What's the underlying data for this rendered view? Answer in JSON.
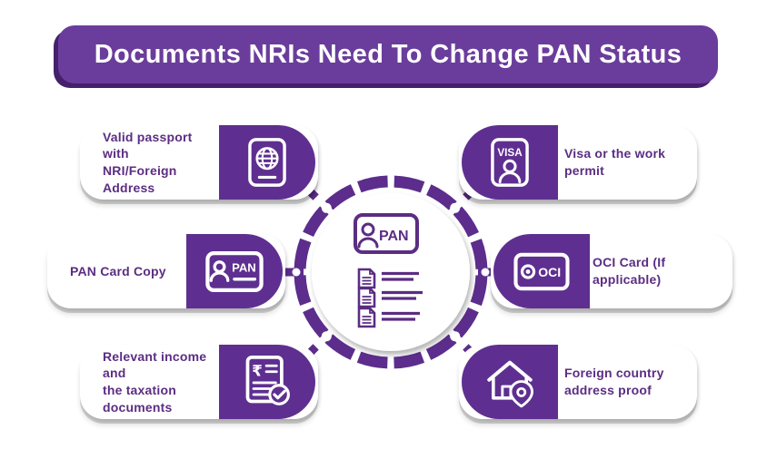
{
  "title": "Documents NRIs Need To Change PAN Status",
  "center": {
    "card_label": "PAN"
  },
  "items": [
    {
      "label": "Valid passport with\nNRI/Foreign Address",
      "icon": "passport-icon",
      "side": "left"
    },
    {
      "label": "PAN Card Copy",
      "icon": "pan-card-icon",
      "icon_label": "PAN",
      "side": "left"
    },
    {
      "label": "Relevant income and\nthe taxation documents",
      "icon": "tax-documents-icon",
      "icon_label": "₹",
      "side": "left"
    },
    {
      "label": "Visa or the work\npermit",
      "icon": "visa-icon",
      "icon_label": "VISA",
      "side": "right"
    },
    {
      "label": "OCI Card (If applicable)",
      "icon": "oci-card-icon",
      "icon_label": "OCI",
      "side": "right"
    },
    {
      "label": "Foreign country\naddress proof",
      "icon": "house-address-icon",
      "side": "right"
    }
  ],
  "colors": {
    "banner_purple": "#6A3D9C",
    "banner_shadow_purple": "#45206B",
    "cap_purple": "#5E2F90",
    "ring_purple": "#5C2D8C",
    "text_purple": "#5B2D83",
    "card_white": "#ffffff"
  }
}
